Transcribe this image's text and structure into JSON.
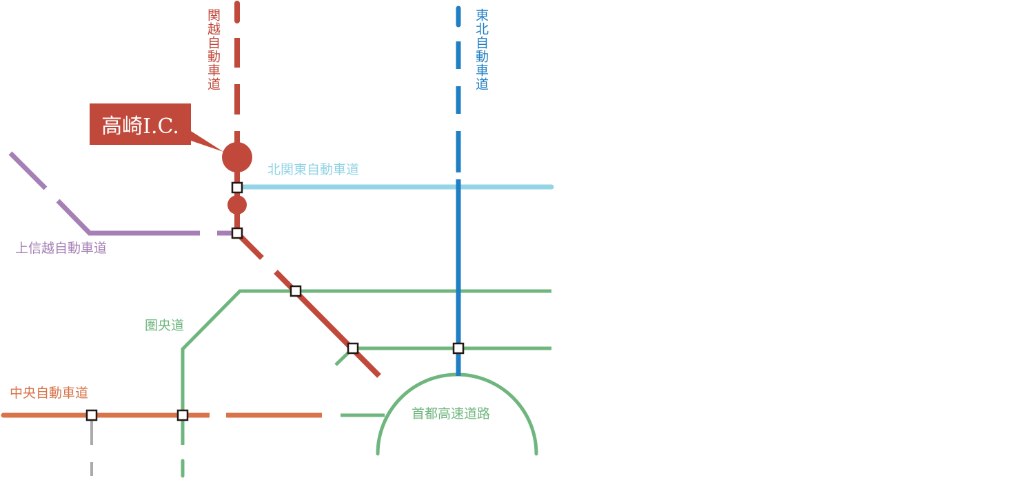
{
  "colors": {
    "kanetsu": "#c0493b",
    "tohoku": "#1f7ec4",
    "kitakanto": "#93d4e6",
    "joshinetsu": "#a57fb6",
    "kenodo": "#6fb67e",
    "chuo": "#d8734a",
    "other": "#aaaaaa"
  },
  "callout": {
    "label": "高崎I.C."
  },
  "roads": {
    "kanetsu": "関越自動車道",
    "tohoku": "東北自動車道",
    "kitakanto": "北関東自動車道",
    "joshinetsu": "上信越自動車道",
    "kenodo": "圏央道",
    "chuo": "中央自動車道",
    "shuto": "首都高速道路"
  }
}
